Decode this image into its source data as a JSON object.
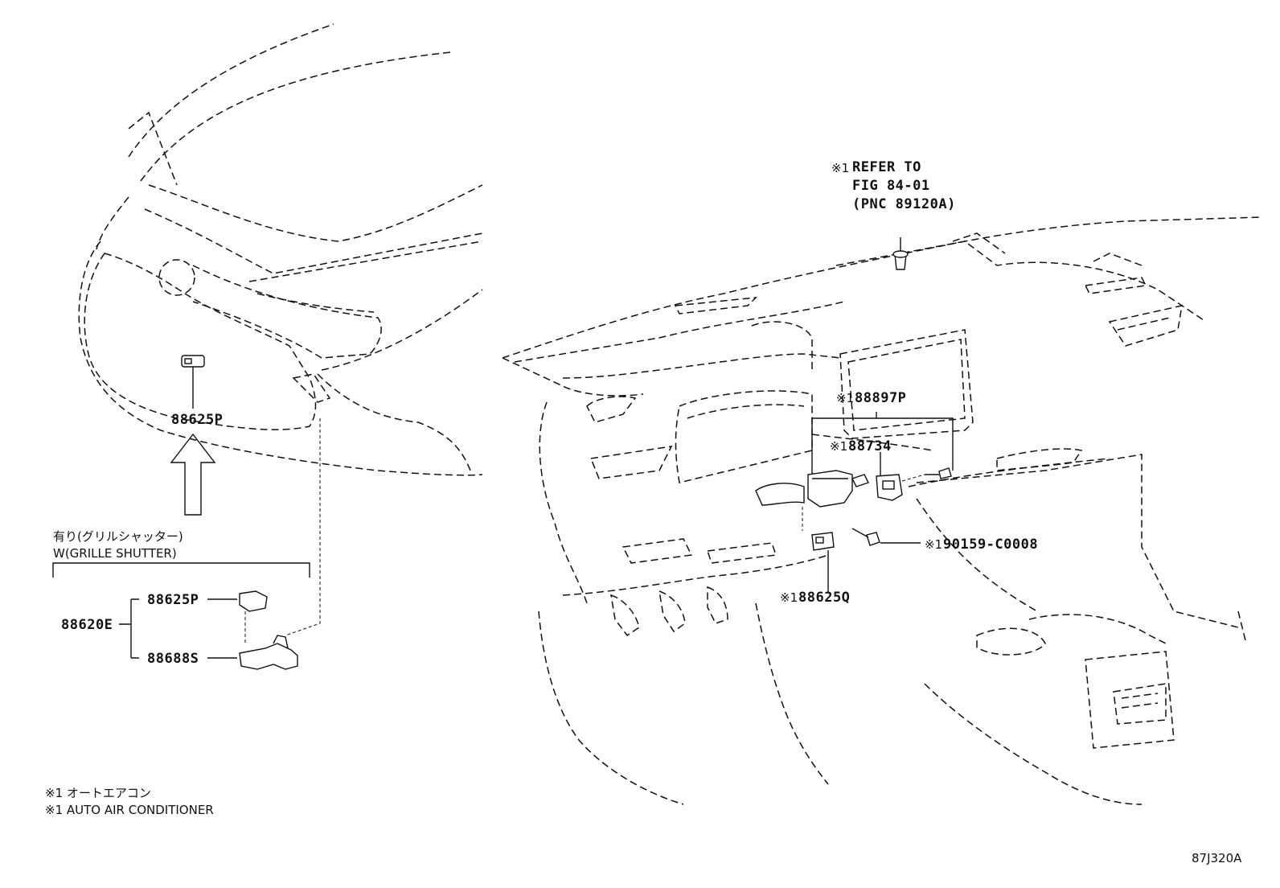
{
  "front_view": {
    "label_upper_sensor": "88625P"
  },
  "grille_shutter_group": {
    "heading_jp": "有り(グリルシャッター)",
    "heading_en": "W(GRILLE SHUTTER)",
    "assembly": "88620E",
    "part_sensor": "88625P",
    "part_bracket": "88688S"
  },
  "dash_view": {
    "refer_mark": "※1",
    "refer_line1": "REFER TO",
    "refer_line2": "FIG 84-01",
    "refer_line3": "(PNC 89120A)",
    "mark": "※1",
    "part_a": "88897P",
    "part_b": "88734",
    "part_c": "90159-C0008",
    "part_d": "88625Q"
  },
  "footnotes": {
    "line_jp": "※1 オートエアコン",
    "line_en": "※1 AUTO AIR CONDITIONER"
  },
  "figure_code": "87J320A"
}
